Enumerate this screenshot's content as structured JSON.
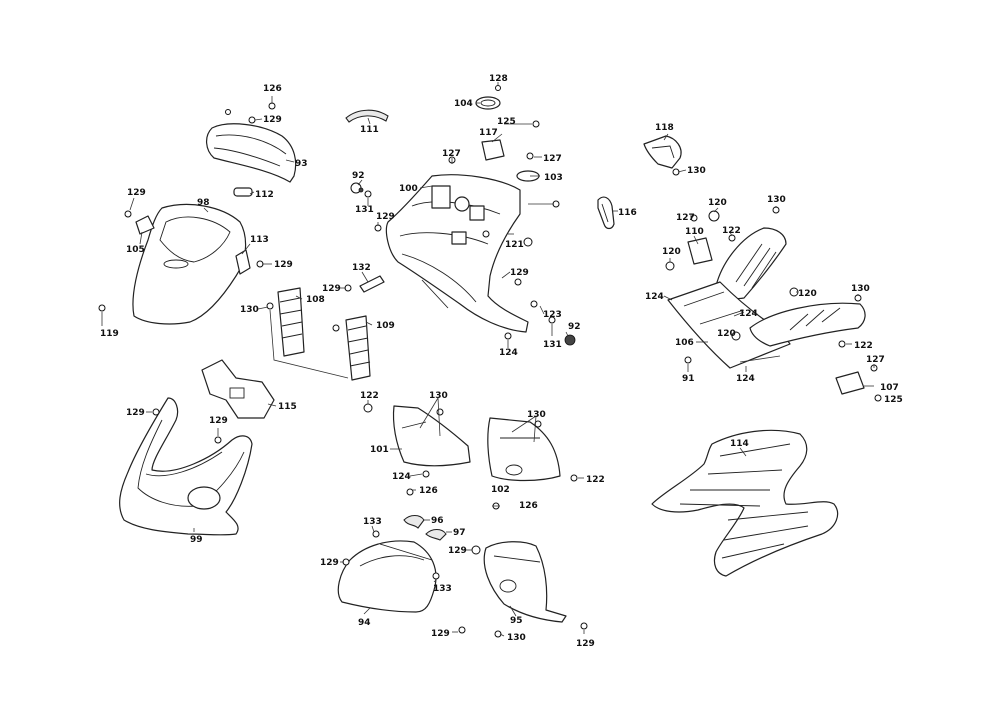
{
  "colors": {
    "line": "#222222",
    "background": "#ffffff",
    "shade": "#e9e9e9"
  },
  "callouts": [
    {
      "id": "c-126a",
      "label": "126"
    },
    {
      "id": "c-129a",
      "label": "129"
    },
    {
      "id": "c-93",
      "label": "93"
    },
    {
      "id": "c-111",
      "label": "111"
    },
    {
      "id": "c-128",
      "label": "128"
    },
    {
      "id": "c-104",
      "label": "104"
    },
    {
      "id": "c-125a",
      "label": "125"
    },
    {
      "id": "c-117",
      "label": "117"
    },
    {
      "id": "c-127a",
      "label": "127"
    },
    {
      "id": "c-127b",
      "label": "127"
    },
    {
      "id": "c-103",
      "label": "103"
    },
    {
      "id": "c-100",
      "label": "100"
    },
    {
      "id": "c-92a",
      "label": "92"
    },
    {
      "id": "c-131a",
      "label": "131"
    },
    {
      "id": "c-112",
      "label": "112"
    },
    {
      "id": "c-129b",
      "label": "129"
    },
    {
      "id": "c-98",
      "label": "98"
    },
    {
      "id": "c-105",
      "label": "105"
    },
    {
      "id": "c-113",
      "label": "113"
    },
    {
      "id": "c-129c",
      "label": "129"
    },
    {
      "id": "c-129d",
      "label": "129"
    },
    {
      "id": "c-121",
      "label": "121"
    },
    {
      "id": "c-116",
      "label": "116"
    },
    {
      "id": "c-118",
      "label": "118"
    },
    {
      "id": "c-130a",
      "label": "130"
    },
    {
      "id": "c-127c",
      "label": "127"
    },
    {
      "id": "c-120a",
      "label": "120"
    },
    {
      "id": "c-130b",
      "label": "130"
    },
    {
      "id": "c-110",
      "label": "110"
    },
    {
      "id": "c-122a",
      "label": "122"
    },
    {
      "id": "c-120b",
      "label": "120"
    },
    {
      "id": "c-124a",
      "label": "124"
    },
    {
      "id": "c-120c",
      "label": "120"
    },
    {
      "id": "c-130c",
      "label": "130"
    },
    {
      "id": "c-124b",
      "label": "124"
    },
    {
      "id": "c-120d",
      "label": "120"
    },
    {
      "id": "c-106",
      "label": "106"
    },
    {
      "id": "c-122b",
      "label": "122"
    },
    {
      "id": "c-91",
      "label": "91"
    },
    {
      "id": "c-124c",
      "label": "124"
    },
    {
      "id": "c-127d",
      "label": "127"
    },
    {
      "id": "c-107",
      "label": "107"
    },
    {
      "id": "c-125b",
      "label": "125"
    },
    {
      "id": "c-132",
      "label": "132"
    },
    {
      "id": "c-129e",
      "label": "129"
    },
    {
      "id": "c-129f",
      "label": "129"
    },
    {
      "id": "c-123",
      "label": "123"
    },
    {
      "id": "c-92b",
      "label": "92"
    },
    {
      "id": "c-131b",
      "label": "131"
    },
    {
      "id": "c-124d",
      "label": "124"
    },
    {
      "id": "c-130d",
      "label": "130"
    },
    {
      "id": "c-108",
      "label": "108"
    },
    {
      "id": "c-109",
      "label": "109"
    },
    {
      "id": "c-119",
      "label": "119"
    },
    {
      "id": "c-115",
      "label": "115"
    },
    {
      "id": "c-129g",
      "label": "129"
    },
    {
      "id": "c-129h",
      "label": "129"
    },
    {
      "id": "c-99",
      "label": "99"
    },
    {
      "id": "c-122c",
      "label": "122"
    },
    {
      "id": "c-130e",
      "label": "130"
    },
    {
      "id": "c-130f",
      "label": "130"
    },
    {
      "id": "c-101",
      "label": "101"
    },
    {
      "id": "c-124e",
      "label": "124"
    },
    {
      "id": "c-126b",
      "label": "126"
    },
    {
      "id": "c-122d",
      "label": "122"
    },
    {
      "id": "c-102",
      "label": "102"
    },
    {
      "id": "c-126c",
      "label": "126"
    },
    {
      "id": "c-114",
      "label": "114"
    },
    {
      "id": "c-133a",
      "label": "133"
    },
    {
      "id": "c-96",
      "label": "96"
    },
    {
      "id": "c-97",
      "label": "97"
    },
    {
      "id": "c-129i",
      "label": "129"
    },
    {
      "id": "c-129j",
      "label": "129"
    },
    {
      "id": "c-133b",
      "label": "133"
    },
    {
      "id": "c-94",
      "label": "94"
    },
    {
      "id": "c-95",
      "label": "95"
    },
    {
      "id": "c-129k",
      "label": "129"
    },
    {
      "id": "c-130g",
      "label": "130"
    },
    {
      "id": "c-129l",
      "label": "129"
    }
  ]
}
